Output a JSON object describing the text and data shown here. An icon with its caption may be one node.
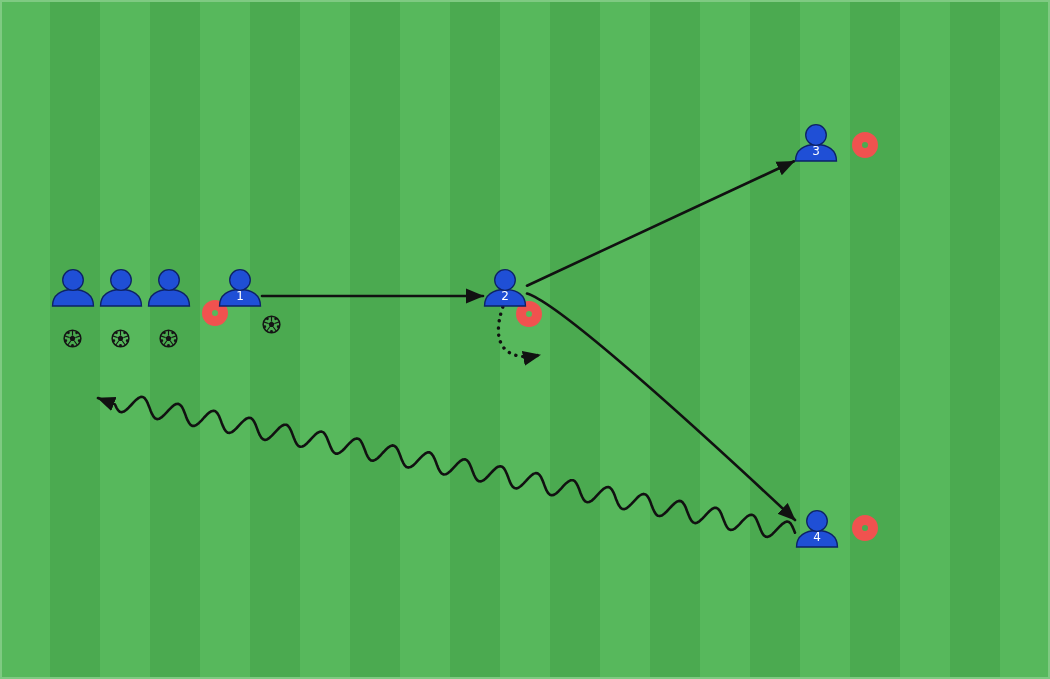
{
  "diagram": {
    "nodes": [
      {
        "text": [],
        "shape": "person"
      },
      {
        "text": [],
        "shape": "person"
      },
      {
        "text": [],
        "shape": "person"
      },
      {
        "text": [
          "1"
        ]
      },
      {
        "text": [
          "2"
        ]
      },
      {
        "text": [
          "3"
        ]
      },
      {
        "text": [
          "4"
        ]
      }
    ],
    "edges": [
      {
        "from": 3,
        "to": 4,
        "arrow": "to"
      },
      {
        "from": 4,
        "to": 5,
        "arrow": "to"
      },
      {
        "from": 4,
        "to": 6,
        "arrow": "to"
      },
      {
        "from": 4,
        "to": null,
        "arrow": "to",
        "style": "dashed"
      },
      {
        "from": 6,
        "to": null,
        "arrow": "to"
      }
    ]
  }
}
